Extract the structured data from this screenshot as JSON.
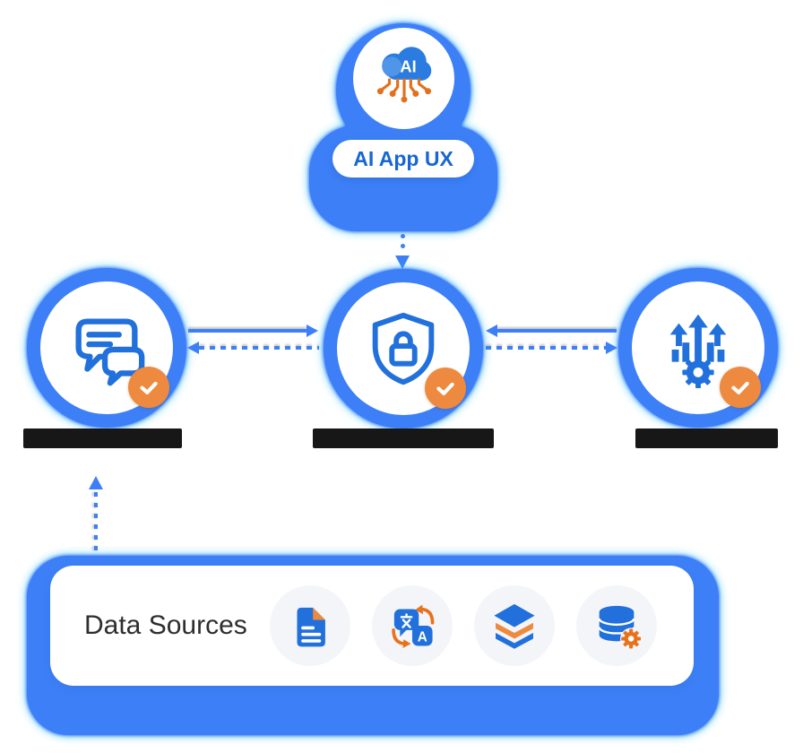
{
  "diagram": {
    "top_node": {
      "cloud_text": "AI",
      "pill_label": "AI App UX"
    },
    "nodes": [
      {
        "icon": "chat-bubbles-icon",
        "label_text_visible": false,
        "label_style": "obscured-black-bar",
        "has_check_badge": true
      },
      {
        "icon": "shield-lock-icon",
        "label_text_visible": false,
        "label_style": "obscured-black-bar",
        "has_check_badge": true
      },
      {
        "icon": "growth-gear-icon",
        "label_text_visible": false,
        "label_style": "obscured-black-bar",
        "has_check_badge": true
      }
    ],
    "connectors": {
      "top_to_center_node": "dotted-line-arrow-down",
      "left_to_center": "solid-arrow-right",
      "center_to_left": "dashed-arrow-left",
      "right_to_center": "solid-arrow-left",
      "center_to_right": "dashed-arrow-right",
      "data_sources_to_left_node": "dashed-arrow-up"
    },
    "data_sources": {
      "title": "Data Sources",
      "icons": [
        "document-icon",
        "translate-icon",
        "layers-icon",
        "database-gear-icon"
      ]
    },
    "colors": {
      "primary_blue": "#3d7ff6",
      "icon_blue": "#2170dc",
      "cloud_blue": "#2b7ce0",
      "badge_orange": "#ed8a3f",
      "deep_orange": "#e2711d",
      "label_bar": "#171717",
      "panel_bg": "#ffffff",
      "icon_chip_bg": "#f3f5f8"
    }
  }
}
